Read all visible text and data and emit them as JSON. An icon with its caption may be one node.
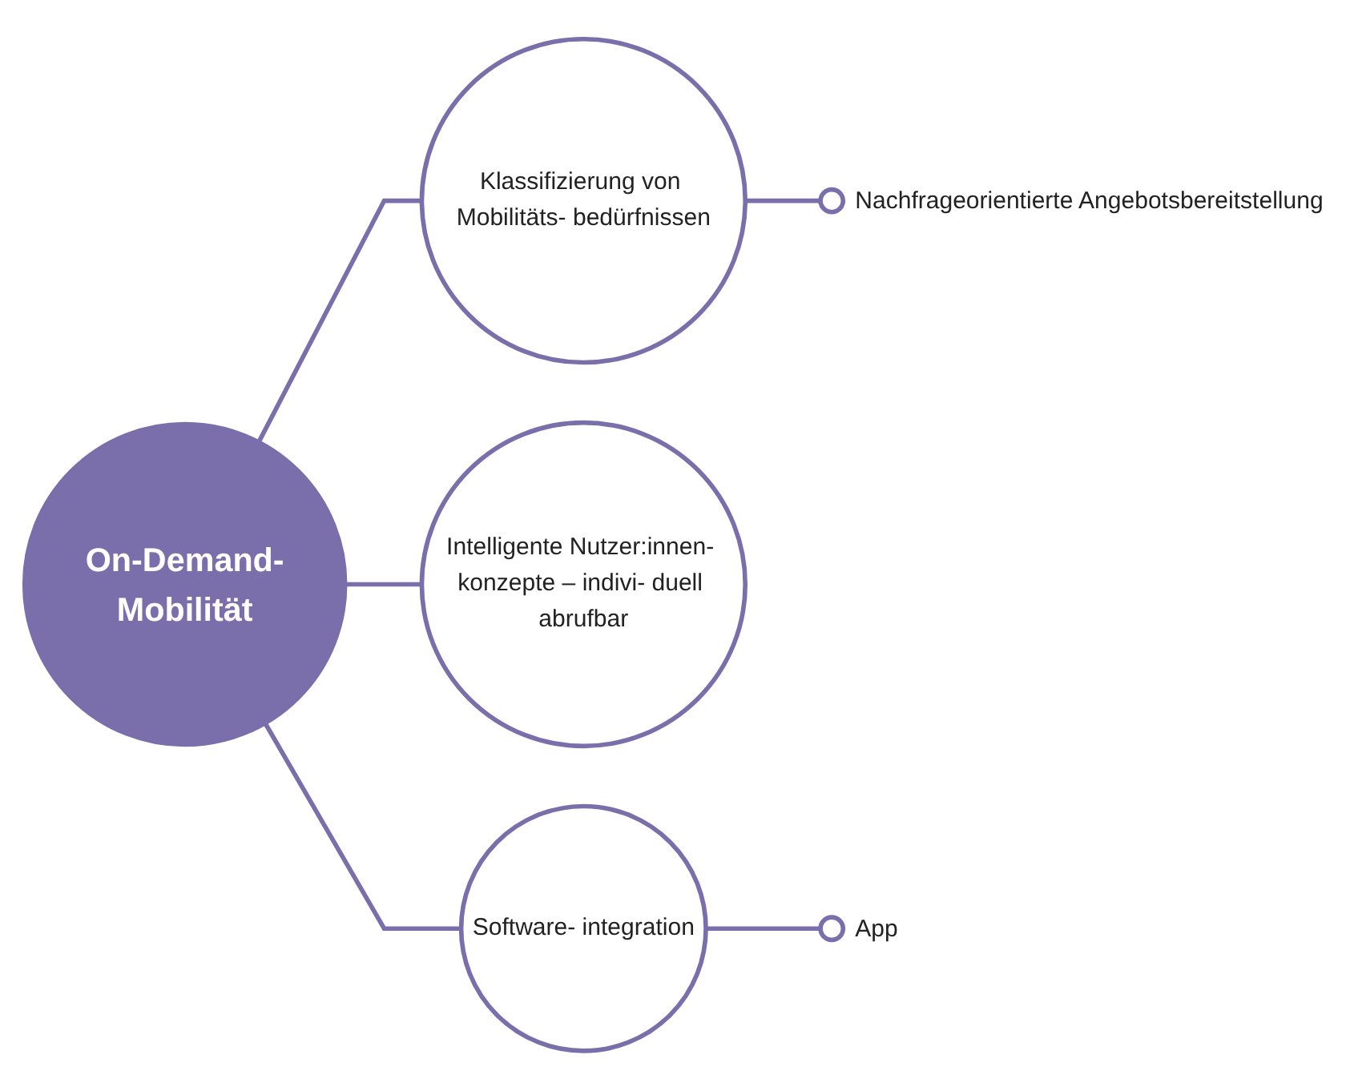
{
  "diagram": {
    "nodes": [
      {
        "text": [
          "On-Demand-Mobilität"
        ]
      },
      {
        "text": [
          "Klassifizierung von Mobilitäts- bedürfnissen"
        ]
      },
      {
        "text": [],
        "shape": "circle",
        "beside": [
          "Nachfrageorientierte Angebotsbereitstellung"
        ]
      },
      {
        "text": [
          "Intelligente Nutzer:innen- konzepte – indivi- duell abrufbar"
        ]
      },
      {
        "text": [
          "Software- integration"
        ]
      },
      {
        "text": [],
        "shape": "circle",
        "beside": [
          "App"
        ]
      }
    ],
    "edges": [
      {
        "from": 0,
        "to": 1,
        "arrow": "none"
      },
      {
        "from": 1,
        "to": 2,
        "arrow": "none"
      },
      {
        "from": 0,
        "to": 3,
        "arrow": "none"
      },
      {
        "from": 0,
        "to": 4,
        "arrow": "none"
      },
      {
        "from": 4,
        "to": 5,
        "arrow": "none"
      }
    ]
  }
}
